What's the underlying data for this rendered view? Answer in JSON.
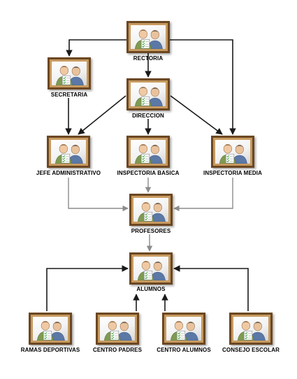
{
  "nodes": {
    "rectoria": {
      "label": "RECTORIA",
      "icon": "users-icon"
    },
    "secretaria": {
      "label": "SECRETARIA",
      "icon": "users-icon"
    },
    "direccion": {
      "label": "DIRECCION",
      "icon": "users-icon"
    },
    "jefe_administrativo": {
      "label": "JEFE ADMINISTRATIVO",
      "icon": "users-icon"
    },
    "inspectoria_basica": {
      "label": "INSPECTORIA BASICA",
      "icon": "users-icon"
    },
    "inspectoria_media": {
      "label": "INSPECTORIA MEDIA",
      "icon": "users-icon"
    },
    "profesores": {
      "label": "PROFESORES",
      "icon": "users-icon"
    },
    "alumnos": {
      "label": "ALUMNOS",
      "icon": "users-icon"
    },
    "ramas_deportivas": {
      "label": "RAMAS DEPORTIVAS",
      "icon": "users-icon"
    },
    "centro_padres": {
      "label": "CENTRO PADRES",
      "icon": "users-icon"
    },
    "centro_alumnos": {
      "label": "CENTRO ALUMNOS",
      "icon": "users-icon"
    },
    "consejo_escolar": {
      "label": "CONSEJO ESCOLAR",
      "icon": "users-icon"
    }
  },
  "edges": [
    {
      "from": "rectoria",
      "to": "secretaria"
    },
    {
      "from": "rectoria",
      "to": "direccion"
    },
    {
      "from": "rectoria",
      "to": "inspectoria_media"
    },
    {
      "from": "secretaria",
      "to": "jefe_administrativo"
    },
    {
      "from": "direccion",
      "to": "jefe_administrativo"
    },
    {
      "from": "direccion",
      "to": "inspectoria_basica"
    },
    {
      "from": "direccion",
      "to": "inspectoria_media"
    },
    {
      "from": "jefe_administrativo",
      "to": "profesores"
    },
    {
      "from": "inspectoria_basica",
      "to": "profesores"
    },
    {
      "from": "inspectoria_media",
      "to": "profesores"
    },
    {
      "from": "profesores",
      "to": "alumnos"
    },
    {
      "from": "ramas_deportivas",
      "to": "alumnos"
    },
    {
      "from": "centro_padres",
      "to": "alumnos"
    },
    {
      "from": "centro_alumnos",
      "to": "alumnos"
    },
    {
      "from": "consejo_escolar",
      "to": "alumnos"
    }
  ],
  "colors": {
    "frame_border": "#6b4722",
    "frame_wood": "#c79a5f",
    "line_dark": "#1a1a1a",
    "line_gray": "#8c8c8c"
  }
}
